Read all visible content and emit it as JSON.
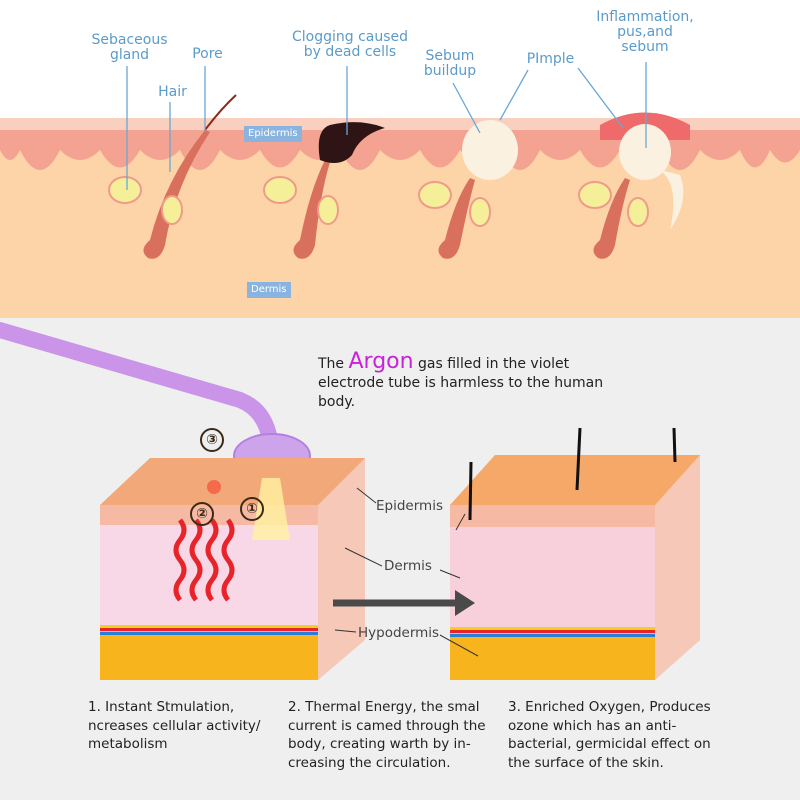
{
  "top_panel": {
    "labels": {
      "sebaceous_gland": "Sebaceous\ngland",
      "pore": "Pore",
      "hair": "Hair",
      "clogging": "Clogging caused\nby dead cells",
      "sebum_buildup": "Sebum\nbuildup",
      "pimple": "PImple",
      "inflammation": "Inflammation,\npus,and\nsebum"
    },
    "layer_tags": {
      "epidermis": "Epidermis",
      "dermis": "Dermis"
    },
    "colors": {
      "label_blue": "#5b9bc9",
      "tag_bg": "#8ab4e0",
      "skin": "#fdd4a8",
      "epidermis": "#f4a393"
    }
  },
  "bottom_panel": {
    "argon_note": {
      "prefix": "The",
      "highlight": "Argon",
      "rest": "gas filled in the violet electrode tube is harmless to the human body.",
      "highlight_color": "#c823d8"
    },
    "markers": [
      "①",
      "②",
      "③"
    ],
    "layer_labels": {
      "epidermis": "Epidermis",
      "dermis": "Dermis",
      "hypodermis": "Hypodermis"
    },
    "captions": [
      "1. Instant Stmulation, ncreases cellular activity/ metabolism",
      "2. Thermal Energy, the smal current is camed through the body, creating warth by in-creasing the circulation.",
      "3. Enriched Oxygen, Produces ozone which has an anti-bacterial, germicidal effect on the surface of the skin."
    ]
  }
}
